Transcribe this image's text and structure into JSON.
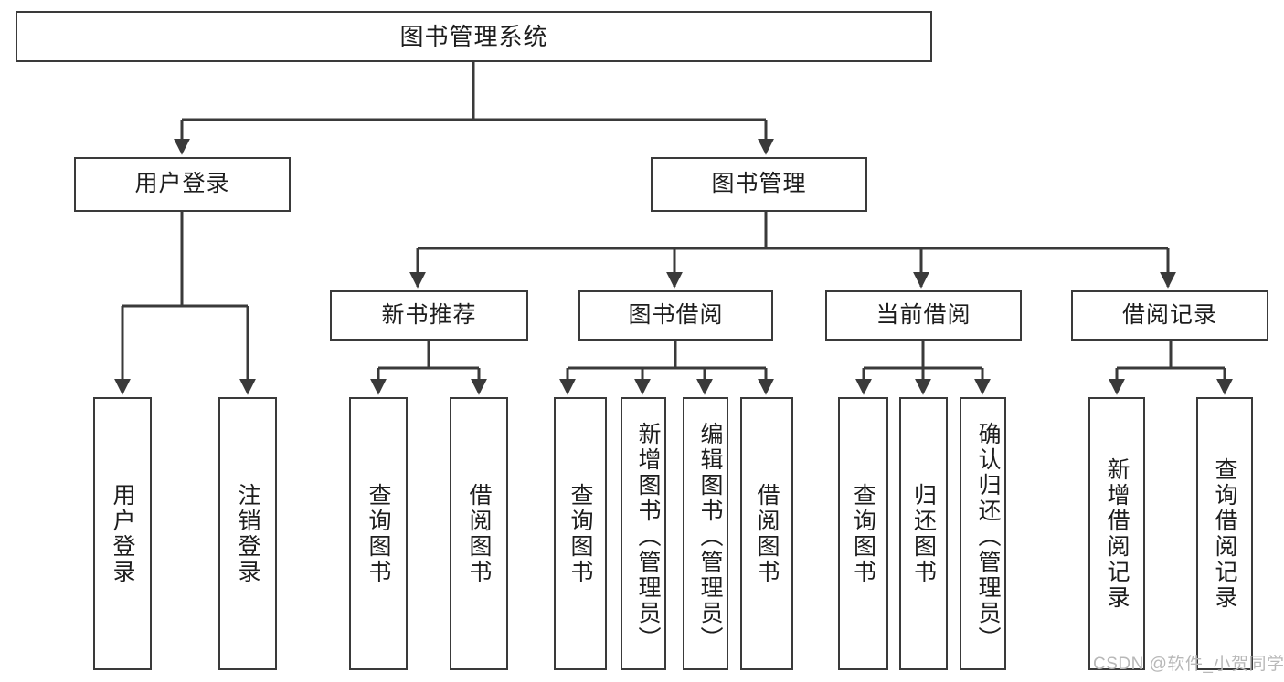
{
  "diagram": {
    "title": "图书管理系统",
    "type": "hierarchy-tree",
    "root": {
      "label": "图书管理系统"
    },
    "level2": [
      {
        "label": "用户登录"
      },
      {
        "label": "图书管理"
      }
    ],
    "level3": [
      {
        "label": "新书推荐"
      },
      {
        "label": "图书借阅"
      },
      {
        "label": "当前借阅"
      },
      {
        "label": "借阅记录"
      }
    ],
    "leaves": {
      "user_login": [
        {
          "label": "用户登录"
        },
        {
          "label": "注销登录"
        }
      ],
      "new_book_recommend": [
        {
          "label": "查询图书"
        },
        {
          "label": "借阅图书"
        }
      ],
      "book_borrow": [
        {
          "label": "查询图书"
        },
        {
          "label": "新增图书（管理员）"
        },
        {
          "label": "编辑图书（管理员）"
        },
        {
          "label": "借阅图书"
        }
      ],
      "current_borrow": [
        {
          "label": "查询图书"
        },
        {
          "label": "归还图书"
        },
        {
          "label": "确认归还（管理员）"
        }
      ],
      "borrow_record": [
        {
          "label": "新增借阅记录"
        },
        {
          "label": "查询借阅记录"
        }
      ]
    }
  },
  "watermark": {
    "text": "CSDN @软件_小贺同学"
  },
  "colors": {
    "stroke": "#3a3a3a",
    "box_fill": "#ffffff",
    "text": "#1d1d1d",
    "watermark": "#b8b8b8",
    "background": "#ffffff"
  }
}
